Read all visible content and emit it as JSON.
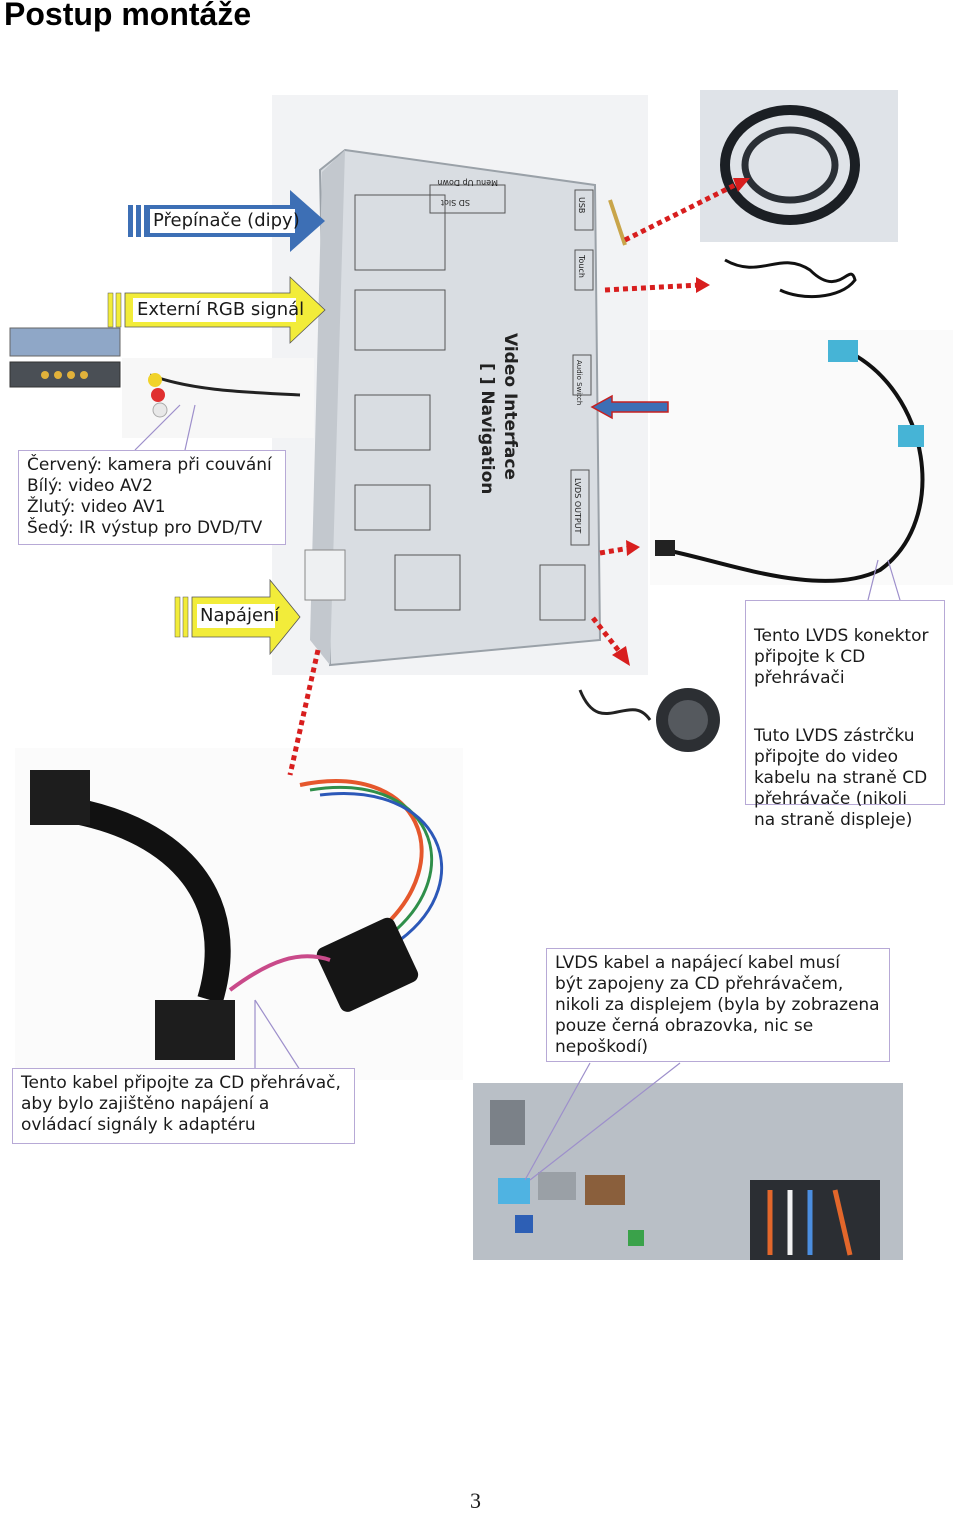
{
  "page_title": "Postup montáže",
  "arrow_labels": {
    "dip_switches": "Přepínače (dipy)",
    "rgb_signal": "Externí RGB signál",
    "power": "Napájení"
  },
  "callouts": {
    "rca_cables": "Červený: kamera při couvání\nBílý: video AV2\nŽlutý: video AV1\nŠedý: IR výstup pro DVD/TV",
    "lvds_connector": "Tento LVDS konektor\npřipojte k CD\npřehrávači",
    "lvds_plug": "Tuto LVDS zástrčku\npřipojte do video\nkabelu na straně CD\npřehrávače (nikoli\nna straně displeje)",
    "lvds_power_note": "LVDS kabel a napájecí kabel musí\nbýt zapojeny za CD přehrávačem,\nnikoli za displejem (byla by zobrazena\npouze černá obrazovka, nic se\nnepoškodí)",
    "power_cable": "Tento kabel připojte za CD přehrávač,\naby bylo zajištěno napájení a\novládací signály k adaptéru"
  },
  "device_labels": {
    "title_line1": "Video Interface",
    "title_line2": "[ ] Navigation",
    "port_usb": "USB",
    "port_touch": "Touch",
    "port_audio": "Audio Switch",
    "port_lvds": "LVDS OUTPUT",
    "port_sd": "SD Slot",
    "menu_keys": "Menu Up Down"
  },
  "colors": {
    "blue_arrow": "#3d6fb5",
    "yellow_arrow": "#f2ec3a",
    "red_dotted": "#d81e1e",
    "callout_border": "#b7a9d6"
  },
  "page_number": "3"
}
